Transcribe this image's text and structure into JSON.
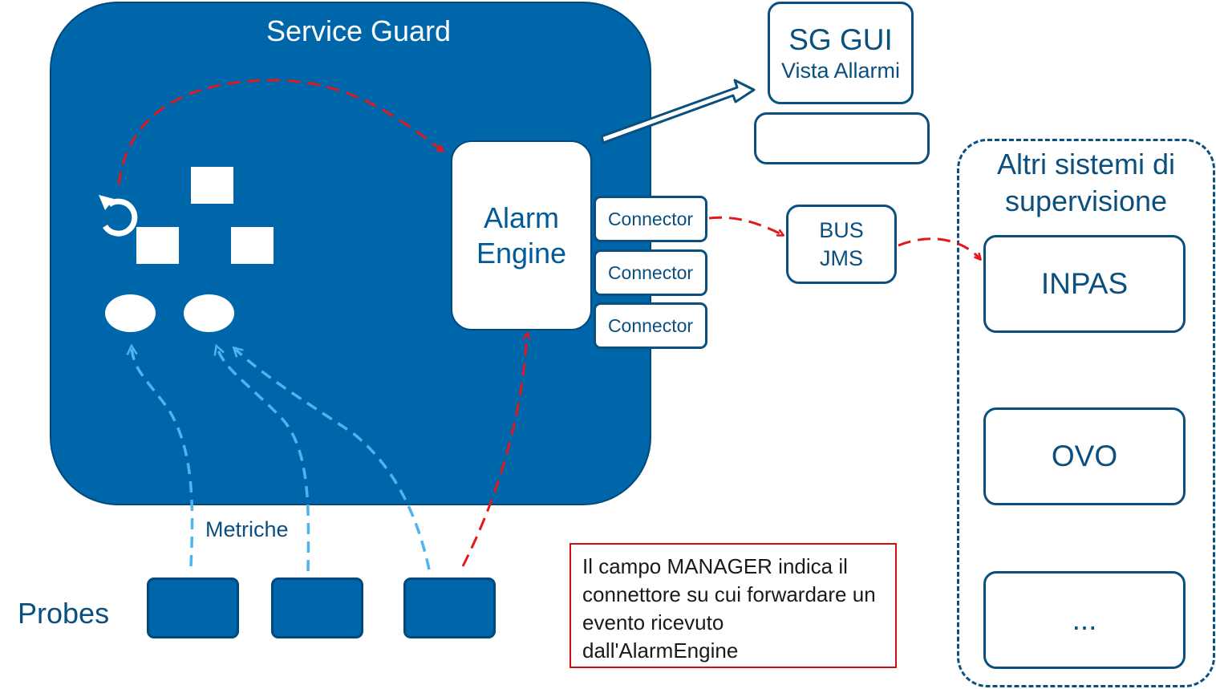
{
  "service_guard": {
    "title": "Service Guard"
  },
  "alarm_engine": {
    "label": "Alarm\nEngine"
  },
  "connectors": [
    "Connector",
    "Connector",
    "Connector"
  ],
  "sg_gui": {
    "title": "SG GUI",
    "subtitle": "Vista Allarmi"
  },
  "bus": {
    "label": "BUS\nJMS"
  },
  "other_systems": {
    "title": "Altri sistemi di supervisione",
    "items": [
      "INPAS",
      "OVO",
      "..."
    ]
  },
  "metrics_label": "Metriche",
  "probes_label": "Probes",
  "note": "Il campo MANAGER indica il connettore su cui forwardare un evento ricevuto dall'AlarmEngine",
  "colors": {
    "primary_blue": "#0066aa",
    "dark_blue": "#0b4f7e",
    "alarm_red": "#e0191c",
    "metric_blue": "#4fb3f0"
  }
}
